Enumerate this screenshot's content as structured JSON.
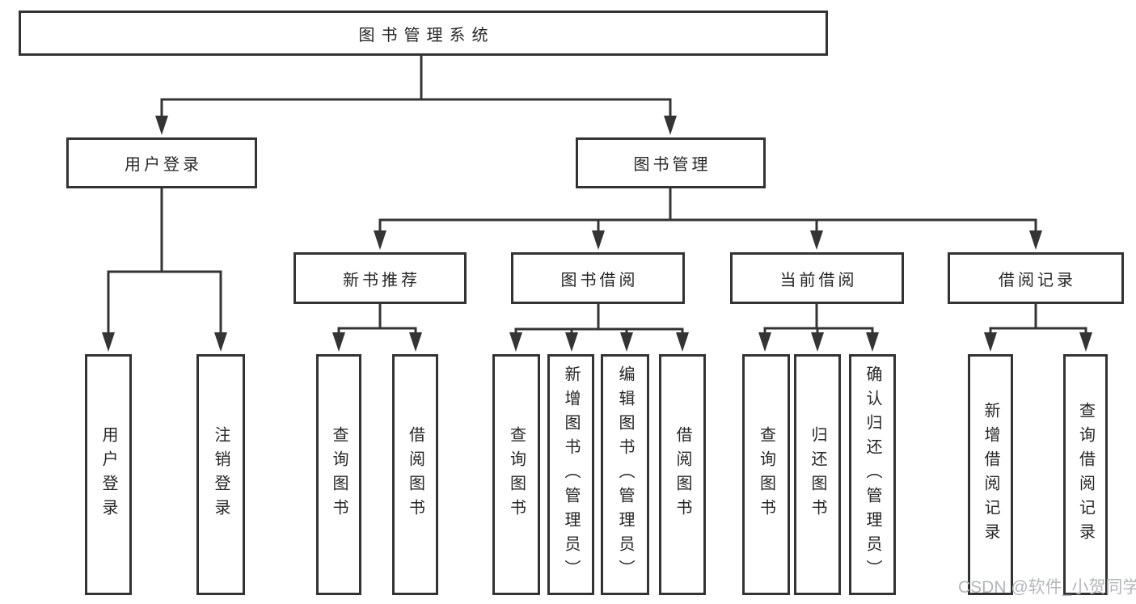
{
  "tree": {
    "label": "图书管理系统",
    "children": [
      {
        "label": "用户登录",
        "children": [
          {
            "label": "用户登录"
          },
          {
            "label": "注销登录"
          }
        ]
      },
      {
        "label": "图书管理",
        "children": [
          {
            "label": "新书推荐",
            "children": [
              {
                "label": "查询图书"
              },
              {
                "label": "借阅图书"
              }
            ]
          },
          {
            "label": "图书借阅",
            "children": [
              {
                "label": "查询图书"
              },
              {
                "label": "新增图书（管理员）"
              },
              {
                "label": "编辑图书（管理员）"
              },
              {
                "label": "借阅图书"
              }
            ]
          },
          {
            "label": "当前借阅",
            "children": [
              {
                "label": "查询图书"
              },
              {
                "label": "归还图书"
              },
              {
                "label": "确认归还（管理员）"
              }
            ]
          },
          {
            "label": "借阅记录",
            "children": [
              {
                "label": "新增借阅记录"
              },
              {
                "label": "查询借阅记录"
              }
            ]
          }
        ]
      }
    ]
  },
  "watermark": "CSDN @软件_小贺同学",
  "colors": {
    "line": "#343434",
    "box_border": "#333333",
    "text": "#262626",
    "watermark": "#b3b6ba",
    "background": "#ffffff"
  }
}
